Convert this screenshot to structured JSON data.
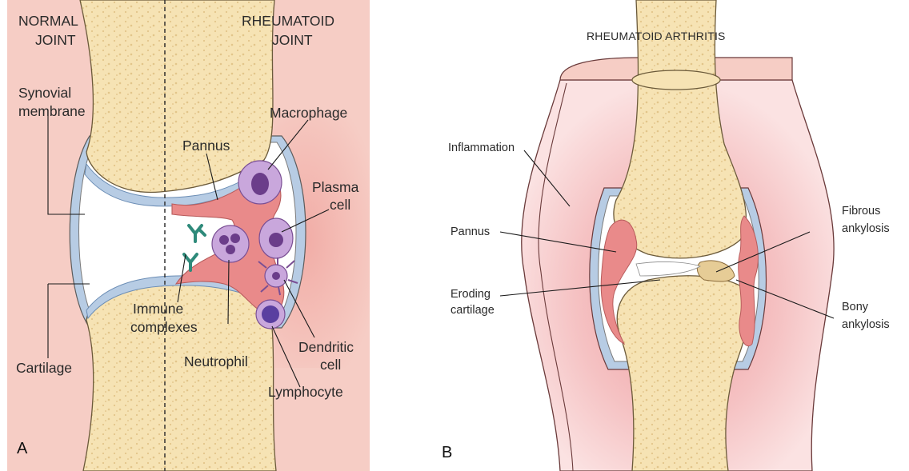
{
  "panel_a": {
    "letter": "A",
    "heading_left": [
      "NORMAL",
      "JOINT"
    ],
    "heading_right": [
      "RHEUMATOID",
      "JOINT"
    ],
    "labels": {
      "synovial_membrane": [
        "Synovial",
        "membrane"
      ],
      "cartilage": "Cartilage",
      "pannus": "Pannus",
      "macrophage": "Macrophage",
      "plasma_cell": [
        "Plasma",
        "cell"
      ],
      "immune_complexes": [
        "Immune",
        "complexes"
      ],
      "neutrophil": "Neutrophil",
      "dendritic_cell": [
        "Dendritic",
        "cell"
      ],
      "lymphocyte": "Lymphocyte"
    }
  },
  "panel_b": {
    "letter": "B",
    "title": "RHEUMATOID ARTHRITIS",
    "labels": {
      "inflammation": "Inflammation",
      "pannus": "Pannus",
      "eroding_cartilage": [
        "Eroding",
        "cartilage"
      ],
      "fibrous_ankylosis": [
        "Fibrous",
        "ankylosis"
      ],
      "bony_ankylosis": [
        "Bony",
        "ankylosis"
      ]
    }
  },
  "colors": {
    "tissue_pink": "#f6cdc5",
    "bone": "#f6e3b4",
    "cartilage_blue": "#b7cce4",
    "pannus_red": "#e98a8a",
    "cell_purple": "#a97cc5"
  }
}
